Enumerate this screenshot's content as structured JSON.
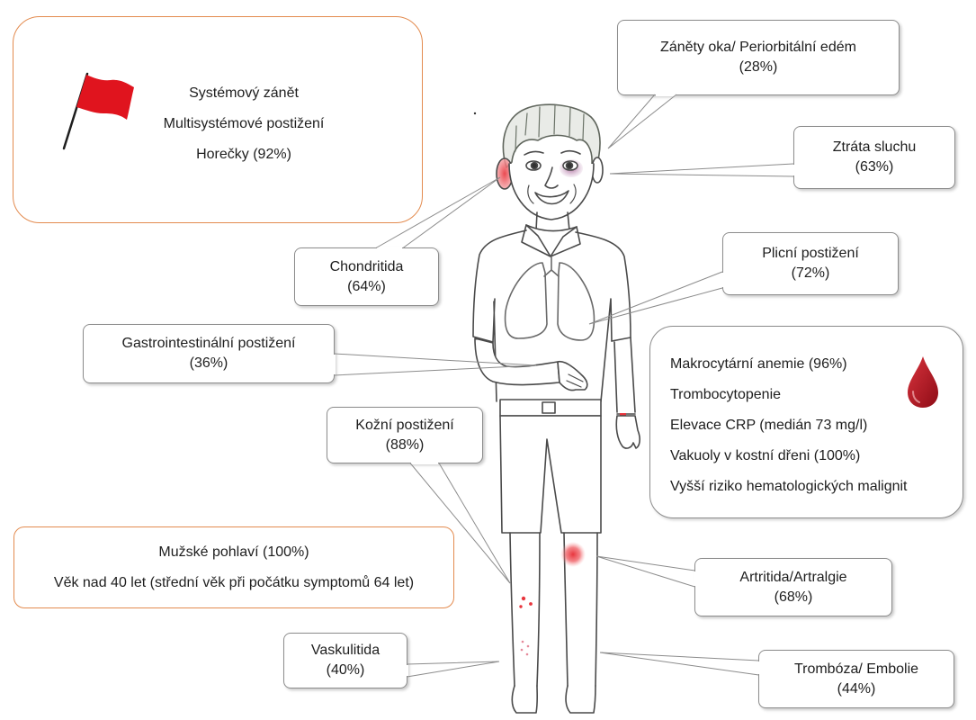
{
  "flag_box": {
    "icon": "red-flag-icon",
    "lines": [
      "Systémový zánět",
      "Multisystémové postižení",
      "Horečky (92%)"
    ]
  },
  "callouts": {
    "eye": {
      "label": "Záněty oka/ Periorbitální edém",
      "value": "(28%)"
    },
    "hearing": {
      "label": "Ztráta sluchu",
      "value": "(63%)"
    },
    "chondritis": {
      "label": "Chondritida",
      "value": "(64%)"
    },
    "lung": {
      "label": "Plicní postižení",
      "value": "(72%)"
    },
    "gi": {
      "label": "Gastrointestinální postižení",
      "value": "(36%)"
    },
    "skin": {
      "label": "Kožní postižení",
      "value": "(88%)"
    },
    "arthritis": {
      "label": "Artritida/Artralgie",
      "value": "(68%)"
    },
    "vasculitis": {
      "label": "Vaskulitida",
      "value": "(40%)"
    },
    "thrombosis": {
      "label": "Trombóza/ Embolie",
      "value": "(44%)"
    }
  },
  "hematology_box": {
    "icon": "blood-drop-icon",
    "lines": [
      "Makrocytární anemie (96%)",
      "Trombocytopenie",
      "Elevace CRP (medián 73 mg/l)",
      "Vakuoly v kostní dřeni (100%)",
      "Vyšší riziko hematologických malignit"
    ]
  },
  "demographics_box": {
    "lines": [
      "Mužské pohlaví (100%)",
      "Věk nad 40 let (střední věk při počátku symptomů 64 let)"
    ]
  },
  "figure": {
    "icon": "man-figure-illustration"
  },
  "colors": {
    "accent_orange": "#e38b4f",
    "callout_border": "#8c8c8c",
    "flag_red": "#e0141e",
    "blood_red": "#b3101c",
    "inflammation_red": "#e8353d",
    "bruise_purple": "#9b4f86"
  }
}
